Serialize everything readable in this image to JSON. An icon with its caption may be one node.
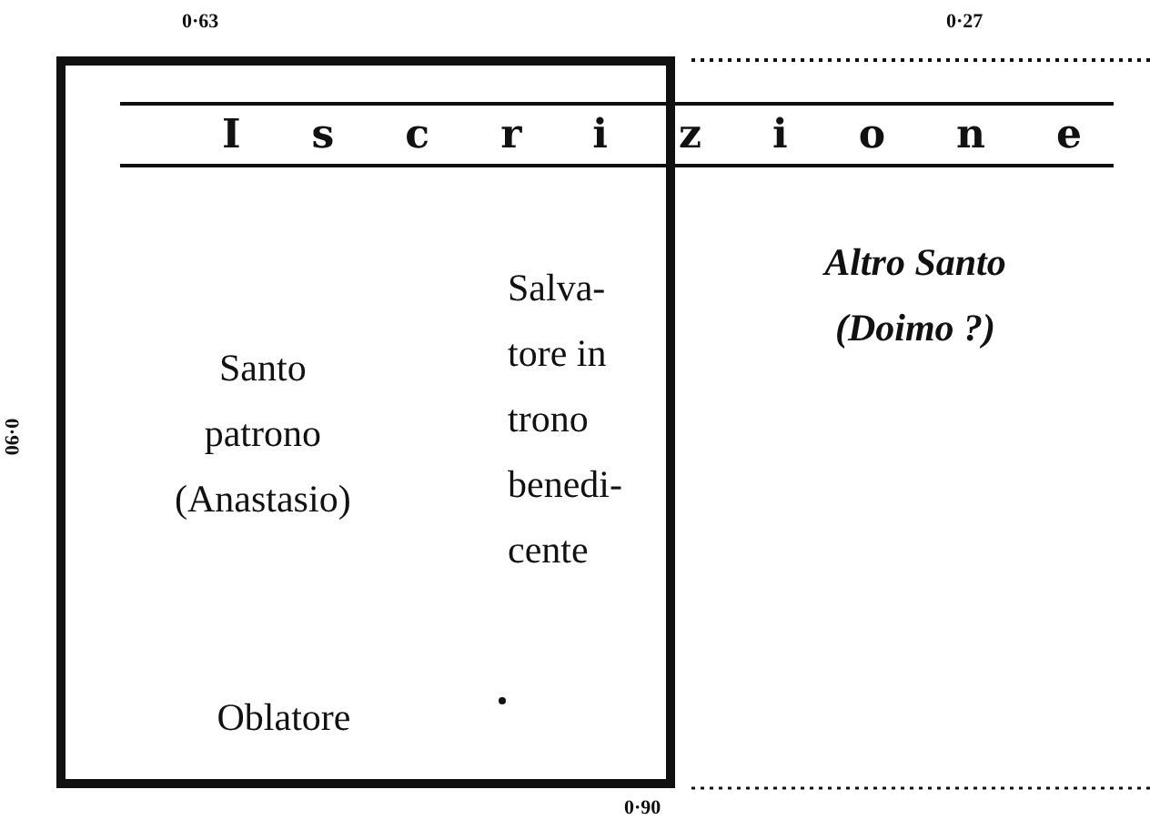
{
  "diagram": {
    "nodes": [
      {
        "text": [
          "Santo patrono (Anastasio)",
          "Salva- tore in trono benedi- cente",
          "Oblatore"
        ]
      }
    ],
    "labels": [
      "0·63",
      "0·27",
      "Iscrizione",
      "Altro Santo (Doimo ?)",
      "0·90",
      "0·90"
    ]
  }
}
